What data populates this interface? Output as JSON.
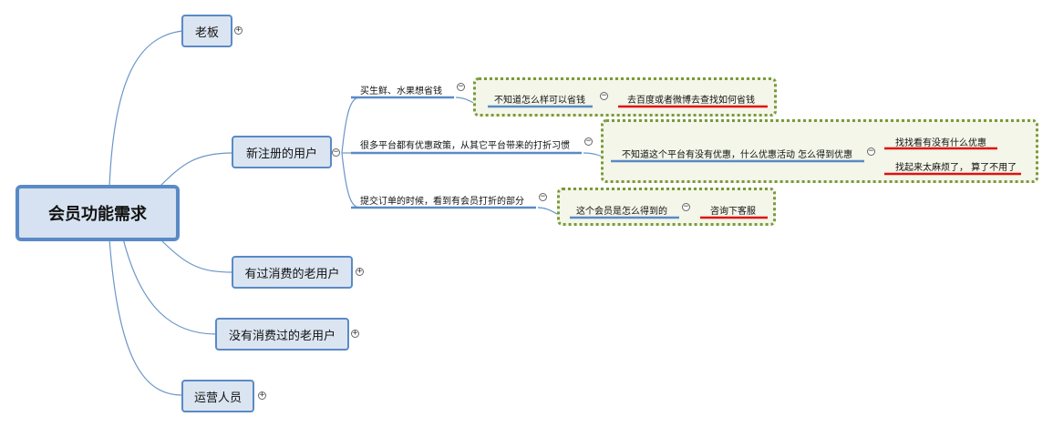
{
  "root": {
    "label": "会员功能需求"
  },
  "branches": {
    "boss": {
      "label": "老板"
    },
    "new_user": {
      "label": "新注册的用户"
    },
    "old_user_paid": {
      "label": "有过消费的老用户"
    },
    "old_user_unpaid": {
      "label": "没有消费过的老用户"
    },
    "operator": {
      "label": "运营人员"
    }
  },
  "new_user_children": [
    {
      "label": "买生鲜、水果想省钱",
      "child": "不知道怎么样可以省钱",
      "leaf": "去百度或者微博去查找如何省钱"
    },
    {
      "label": "很多平台都有优惠政策，从其它平台带来的打折习惯",
      "child": "不知道这个平台有没有优惠，什么优惠活动 怎么得到优惠",
      "leaves": [
        "找找看有没有什么优惠",
        "找起来太麻烦了， 算了不用了"
      ]
    },
    {
      "label": "提交订单的时候，看到有会员打折的部分",
      "child": "这个会员是怎么得到的",
      "leaf": "咨询下客服"
    }
  ],
  "toggle_symbols": {
    "collapsed": "+",
    "expanded": "−"
  },
  "colors": {
    "line": "#6a96c8",
    "underline_red": "#e01010",
    "underline_blue": "#5a8ac6",
    "node_fill": "#dbe5f1",
    "box_border": "#7a9a3a"
  }
}
